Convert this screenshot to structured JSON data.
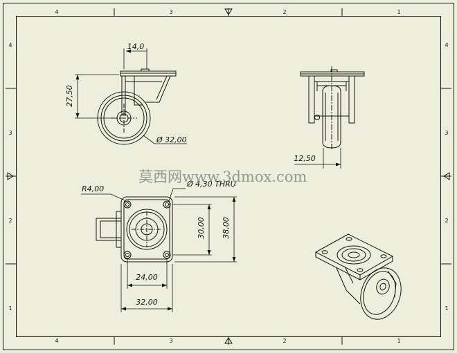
{
  "sheet": {
    "background": "#eeeedd",
    "line_color": "#111111",
    "zone_columns_top": [
      "4",
      "3",
      "2",
      "1"
    ],
    "zone_columns_bottom": [
      "4",
      "3",
      "2",
      "1"
    ],
    "zone_rows_left": [
      "4",
      "3",
      "2",
      "1"
    ],
    "zone_rows_right": [
      "4",
      "3",
      "2",
      "1"
    ]
  },
  "dimensions": {
    "offset_top": "14,0",
    "height_side": "27,50",
    "wheel_diameter": "Ø 32,00",
    "offset_front": "12,50",
    "corner_radius": "R4,00",
    "hole_diameter": "Ø 4,30 THRU",
    "hole_spacing_vertical": "30,00",
    "plate_height": "38,00",
    "hole_spacing_horizontal": "24,00",
    "plate_width": "32,00"
  },
  "watermark": {
    "text": "莫西网www.3dmox.com",
    "color": "#7a7a7a"
  }
}
